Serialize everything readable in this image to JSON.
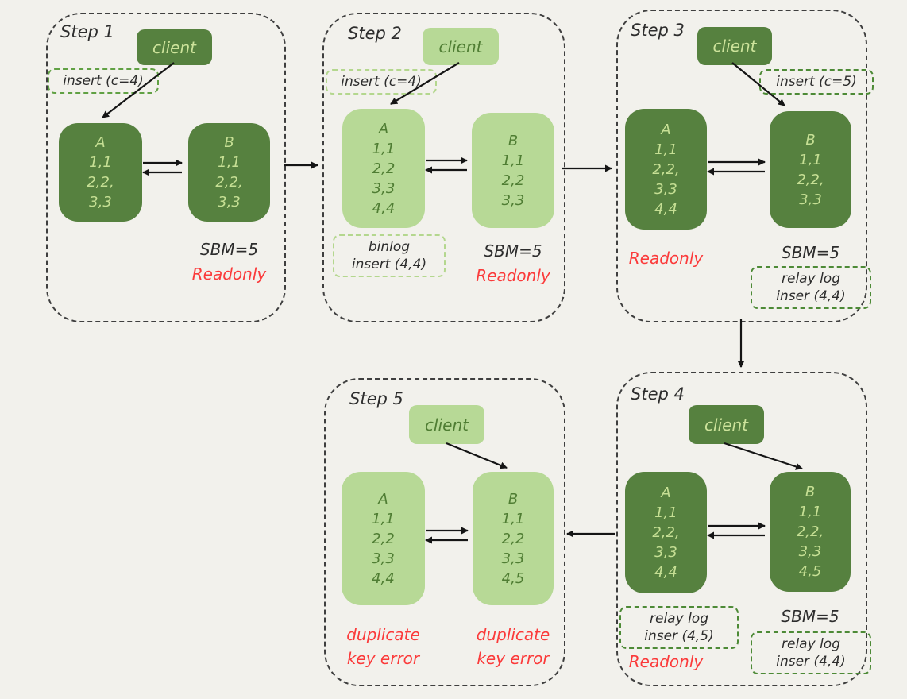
{
  "colors": {
    "background": "#f2f1ec",
    "dark_green_box": "#56813f",
    "dark_box_text": "#c6df94",
    "light_green_box": "#b7d996",
    "light_box_text": "#4f7d33",
    "dashed_label_green_border": "#61a144",
    "dashed_label_light_border": "#b4d78e",
    "dashed_label_dark_border": "#4d8a36",
    "container_border": "#3f3f3f",
    "annotation_text": "#2d2d2d",
    "error_red": "#fb3a3a",
    "arrow": "#151515"
  },
  "steps": [
    {
      "title": "Step 1",
      "client": "client",
      "labels": {
        "insert": "insert (c=4)"
      },
      "node_a": {
        "name": "A",
        "rows": [
          "1,1",
          "2,2,",
          "3,3"
        ]
      },
      "node_b": {
        "name": "B",
        "rows": [
          "1,1",
          "2,2,",
          "3,3"
        ]
      },
      "sbm": "SBM=5",
      "readonly": "Readonly"
    },
    {
      "title": "Step 2",
      "client": "client",
      "labels": {
        "insert": "insert (c=4)",
        "binlog_line1": "binlog",
        "binlog_line2": "insert (4,4)"
      },
      "node_a": {
        "name": "A",
        "rows": [
          "1,1",
          "2,2",
          "3,3",
          "4,4"
        ]
      },
      "node_b": {
        "name": "B",
        "rows": [
          "1,1",
          "2,2",
          "3,3"
        ]
      },
      "sbm": "SBM=5",
      "readonly": "Readonly"
    },
    {
      "title": "Step 3",
      "client": "client",
      "labels": {
        "insert": "insert (c=5)",
        "relay_b_line1": "relay log",
        "relay_b_line2": "inser (4,4)"
      },
      "node_a": {
        "name": "A",
        "rows": [
          "1,1",
          "2,2,",
          "3,3",
          "4,4"
        ]
      },
      "node_b": {
        "name": "B",
        "rows": [
          "1,1",
          "2,2,",
          "3,3"
        ]
      },
      "sbm": "SBM=5",
      "readonly": "Readonly"
    },
    {
      "title": "Step 4",
      "client": "client",
      "labels": {
        "relay_a_line1": "relay log",
        "relay_a_line2": "inser (4,5)",
        "relay_b_line1": "relay log",
        "relay_b_line2": "inser (4,4)"
      },
      "node_a": {
        "name": "A",
        "rows": [
          "1,1",
          "2,2,",
          "3,3",
          "4,4"
        ]
      },
      "node_b": {
        "name": "B",
        "rows": [
          "1,1",
          "2,2,",
          "3,3",
          "4,5"
        ]
      },
      "sbm": "SBM=5",
      "readonly": "Readonly"
    },
    {
      "title": "Step 5",
      "client": "client",
      "node_a": {
        "name": "A",
        "rows": [
          "1,1",
          "2,2",
          "3,3",
          "4,4"
        ]
      },
      "node_b": {
        "name": "B",
        "rows": [
          "1,1",
          "2,2",
          "3,3",
          "4,5"
        ]
      },
      "errors": {
        "a_line1": "duplicate",
        "a_line2": "key error",
        "b_line1": "duplicate",
        "b_line2": "key error"
      }
    }
  ]
}
